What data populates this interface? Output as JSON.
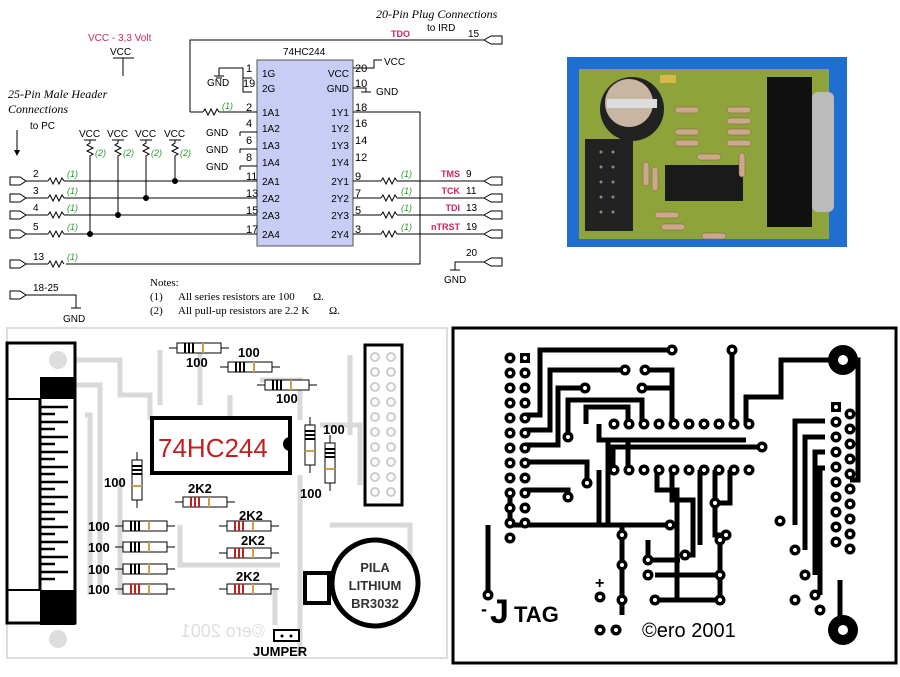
{
  "schematic": {
    "vcc_title": "VCC - 3,3 Volt",
    "vcc_label": "VCC",
    "left_header_title": "25-Pin Male Header",
    "left_header_title2": "Connections",
    "left_header_sub": "to PC",
    "right_header_title": "20-Pin Plug Connections",
    "right_header_sub": "to IRD",
    "ic_name": "74HC244",
    "gnd_label": "GND",
    "ic_left_pins": [
      {
        "num": "1",
        "name": "1G"
      },
      {
        "num": "19",
        "name": "2G"
      },
      {
        "num": "2",
        "name": "1A1"
      },
      {
        "num": "4",
        "name": "1A2"
      },
      {
        "num": "6",
        "name": "1A3"
      },
      {
        "num": "8",
        "name": "1A4"
      },
      {
        "num": "11",
        "name": "2A1"
      },
      {
        "num": "13",
        "name": "2A2"
      },
      {
        "num": "15",
        "name": "2A3"
      },
      {
        "num": "17",
        "name": "2A4"
      }
    ],
    "ic_right_pins": [
      {
        "num": "20",
        "name": "VCC"
      },
      {
        "num": "10",
        "name": "GND"
      },
      {
        "num": "18",
        "name": "1Y1"
      },
      {
        "num": "16",
        "name": "1Y2"
      },
      {
        "num": "14",
        "name": "1Y3"
      },
      {
        "num": "12",
        "name": "1Y4"
      },
      {
        "num": "9",
        "name": "2Y1"
      },
      {
        "num": "7",
        "name": "2Y2"
      },
      {
        "num": "5",
        "name": "2Y3"
      },
      {
        "num": "3",
        "name": "2Y4"
      }
    ],
    "pc_pins": [
      "2",
      "3",
      "4",
      "5",
      "13",
      "18-25"
    ],
    "ird_signals": [
      {
        "name": "TDO",
        "pin": "15"
      },
      {
        "name": "TMS",
        "pin": "9"
      },
      {
        "name": "TCK",
        "pin": "11"
      },
      {
        "name": "TDI",
        "pin": "13"
      },
      {
        "name": "nTRST",
        "pin": "19"
      },
      {
        "name": "",
        "pin": "20"
      }
    ],
    "note1_mark": "(1)",
    "note2_mark": "(2)",
    "notes_title": "Notes:",
    "notes": [
      {
        "mark": "(1)",
        "text": "All series resistors are 100",
        "unit": "Ω."
      },
      {
        "mark": "(2)",
        "text": "All pull-up resistors are 2.2 K",
        "unit": "Ω."
      }
    ],
    "colors": {
      "signal": "#d0245a",
      "note": "#2a9a2a",
      "ic_fill": "#c8cdf5"
    }
  },
  "photo": {
    "description": "Assembled JTAG adapter PCB photo"
  },
  "silkscreen": {
    "ic_label": "74HC244",
    "r100": "100",
    "r2k2": "2K2",
    "battery": [
      "PILA",
      "LITHIUM",
      "BR3032"
    ],
    "jumper": "JUMPER",
    "watermark": "©ero 2001"
  },
  "copper": {
    "title_j": "J",
    "title_rest": "TAG",
    "plus": "+",
    "minus": "-",
    "copyright": "©ero 2001"
  }
}
